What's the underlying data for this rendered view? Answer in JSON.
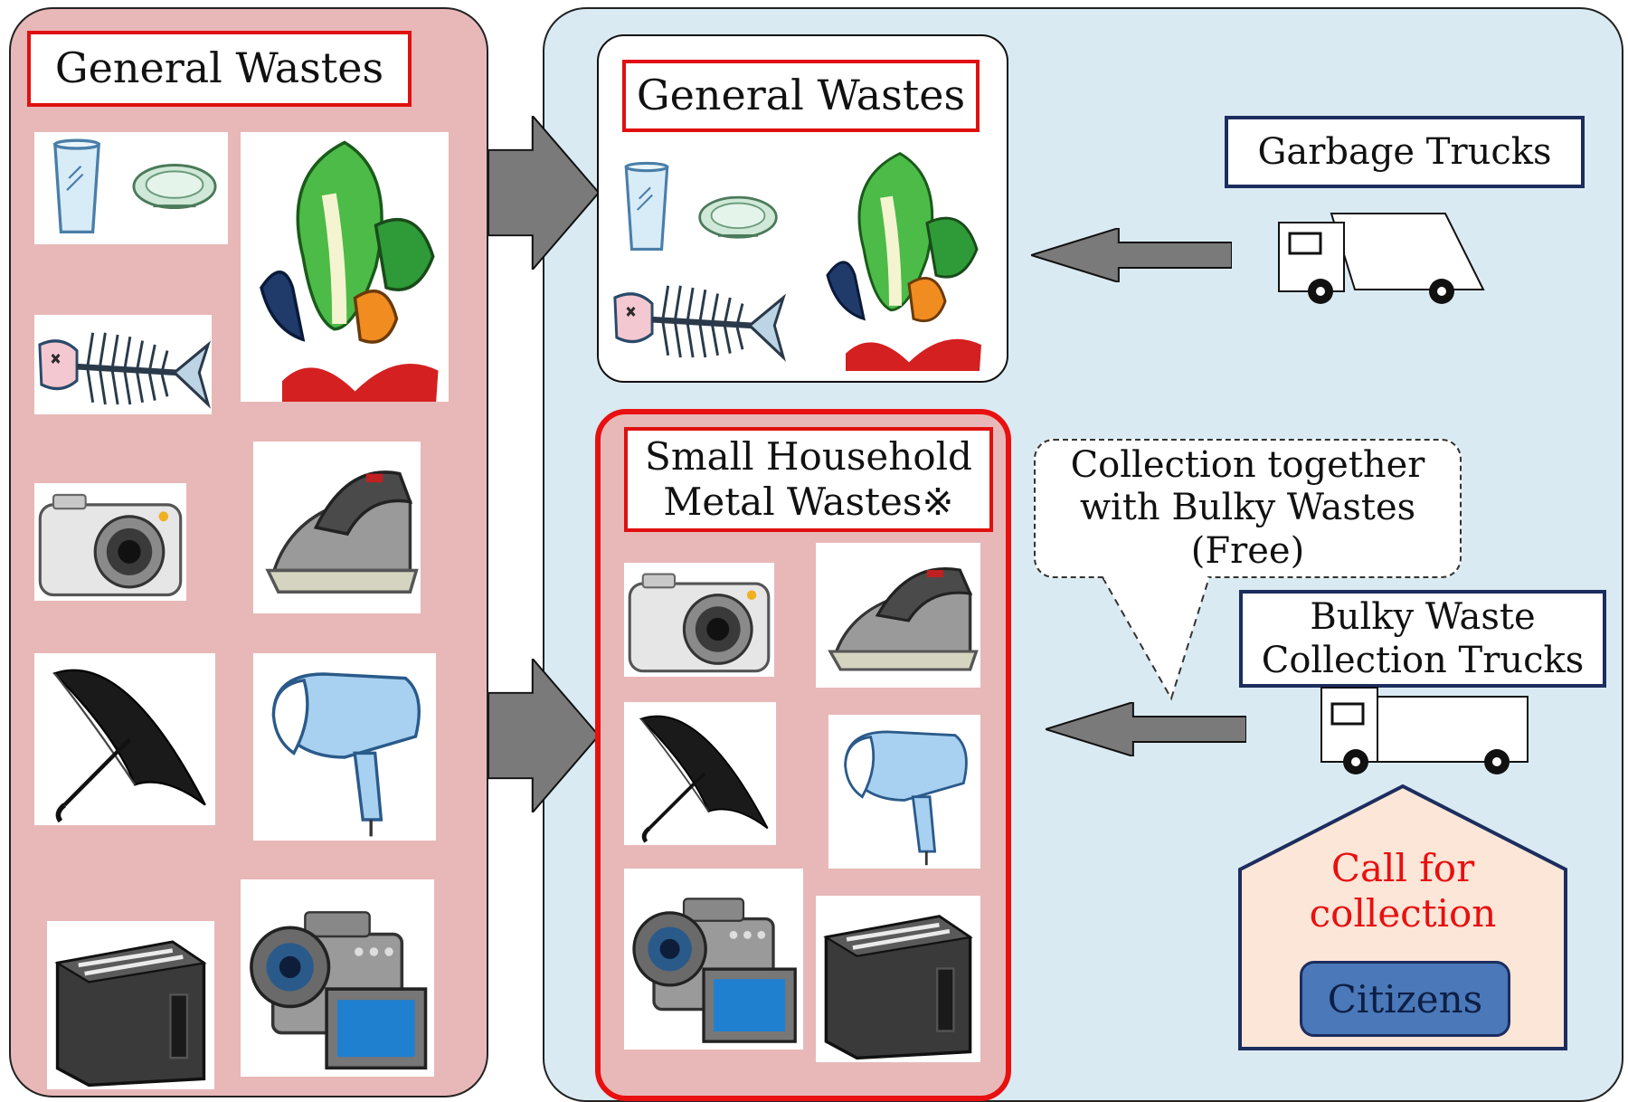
{
  "left_panel": {
    "title": "General  Wastes",
    "items": [
      "glass-icon",
      "plate-icon",
      "vegetable-scraps-icon",
      "fish-bones-icon",
      "camera-icon",
      "iron-icon",
      "umbrella-icon",
      "hair-dryer-icon",
      "toaster-icon",
      "video-camera-icon"
    ]
  },
  "general_wastes": {
    "title": "General Wastes"
  },
  "metal_wastes": {
    "title_line1": "Small Household",
    "title_line2": "Metal Wastes※"
  },
  "garbage_trucks": {
    "label": "Garbage Trucks"
  },
  "bulky_trucks": {
    "label_line1": "Bulky Waste",
    "label_line2": "Collection Trucks"
  },
  "bubble": {
    "line1": "Collection together",
    "line2": "with Bulky Wastes",
    "line3": "(Free)"
  },
  "house": {
    "call_line1": "Call for",
    "call_line2": "collection",
    "citizens": "Citizens"
  },
  "colors": {
    "left_panel_bg": "#e8b8b8",
    "right_panel_bg": "#daeaf2",
    "accent_red": "#e81010",
    "navy": "#1c2d5e",
    "house_fill": "#fbe6d8",
    "citizens_fill": "#4a78b8",
    "arrow_gray": "#7a7a7a"
  }
}
